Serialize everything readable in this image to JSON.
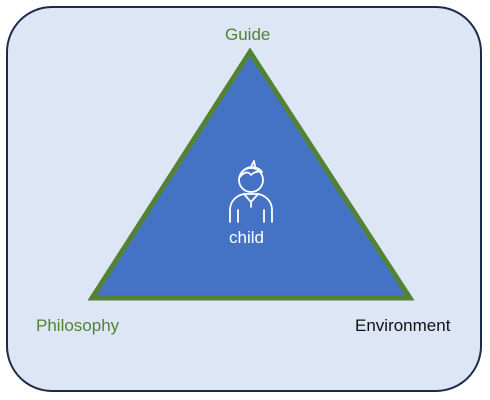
{
  "diagram": {
    "center_label": "child",
    "vertices": {
      "top": "Guide",
      "bottom_left": "Philosophy",
      "bottom_right": "Environment"
    },
    "center_icon": "child-person-icon"
  },
  "colors": {
    "panel_fill": "#dce6f4",
    "panel_border": "#1e2a4a",
    "triangle_fill": "#4472c4",
    "triangle_border": "#548235",
    "green_label": "#548235",
    "black_label": "#111111",
    "icon_white": "#ffffff"
  }
}
